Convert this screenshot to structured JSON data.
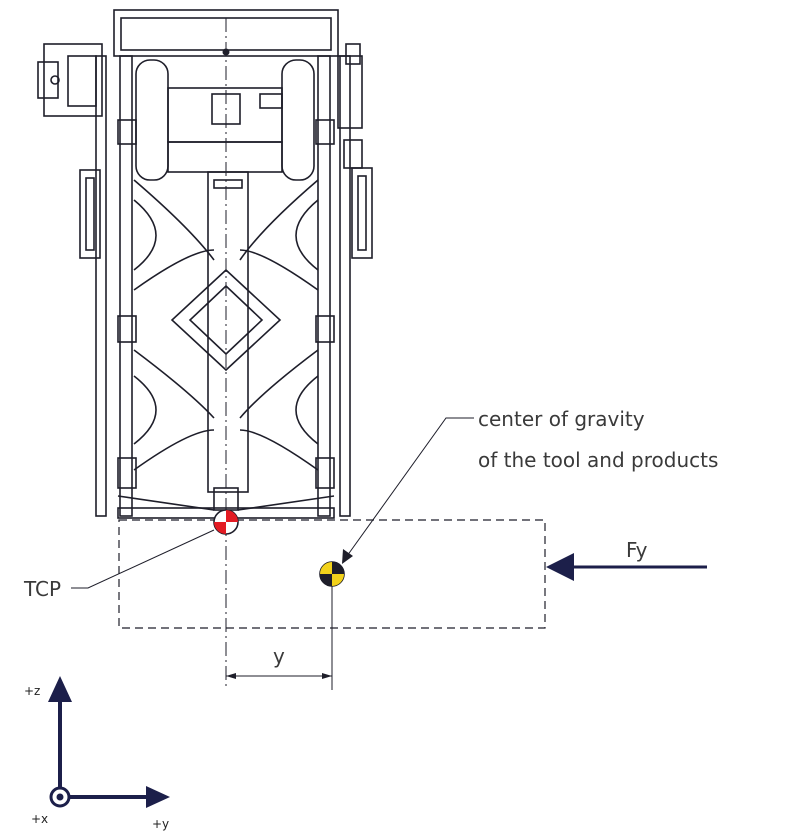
{
  "labels": {
    "cog_line1": "center of gravity",
    "cog_line2": "of the tool and products",
    "tcp": "TCP",
    "force": "Fy",
    "dimension": "y"
  },
  "axes": {
    "z_label": "+z",
    "x_label": "+x",
    "y_label": "+y"
  },
  "colors": {
    "line": "#1e1e2a",
    "arrow": "#1c1f4a",
    "tcp_marker": "#e31b23",
    "cog_marker": "#f2d21b",
    "text": "#3a3a3a"
  },
  "icons": {
    "tcp": "tcp-marker-icon",
    "cog": "center-of-gravity-icon",
    "force": "force-arrow-icon"
  }
}
